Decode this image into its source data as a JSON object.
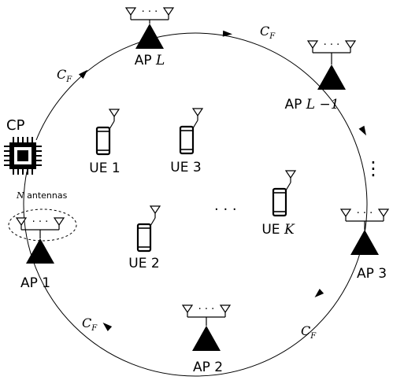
{
  "cp": {
    "label": "CP"
  },
  "antenna_note": {
    "n": "N",
    "rest": " antennas"
  },
  "fronthaul": {
    "symbol": "C",
    "sub": "F"
  },
  "aps": [
    {
      "id": "ap-l",
      "prefix": "AP ",
      "idx": "L",
      "idx_italic": true
    },
    {
      "id": "ap-l-1",
      "prefix": "AP ",
      "idx": "L −1",
      "idx_italic": true
    },
    {
      "id": "ap-3",
      "prefix": "AP ",
      "idx": "3",
      "idx_italic": false
    },
    {
      "id": "ap-2",
      "prefix": "AP ",
      "idx": "2",
      "idx_italic": false
    },
    {
      "id": "ap-1",
      "prefix": "AP ",
      "idx": "1",
      "idx_italic": false
    }
  ],
  "ues": [
    {
      "id": "ue-1",
      "prefix": "UE ",
      "idx": "1",
      "idx_italic": false
    },
    {
      "id": "ue-3",
      "prefix": "UE ",
      "idx": "3",
      "idx_italic": false
    },
    {
      "id": "ue-2",
      "prefix": "UE ",
      "idx": "2",
      "idx_italic": false
    },
    {
      "id": "ue-k",
      "prefix": "UE ",
      "idx": "K",
      "idx_italic": true
    }
  ],
  "ellipsis": {
    "array": "· · ·",
    "horizontal": "· · ·",
    "vertical": "⋮"
  }
}
